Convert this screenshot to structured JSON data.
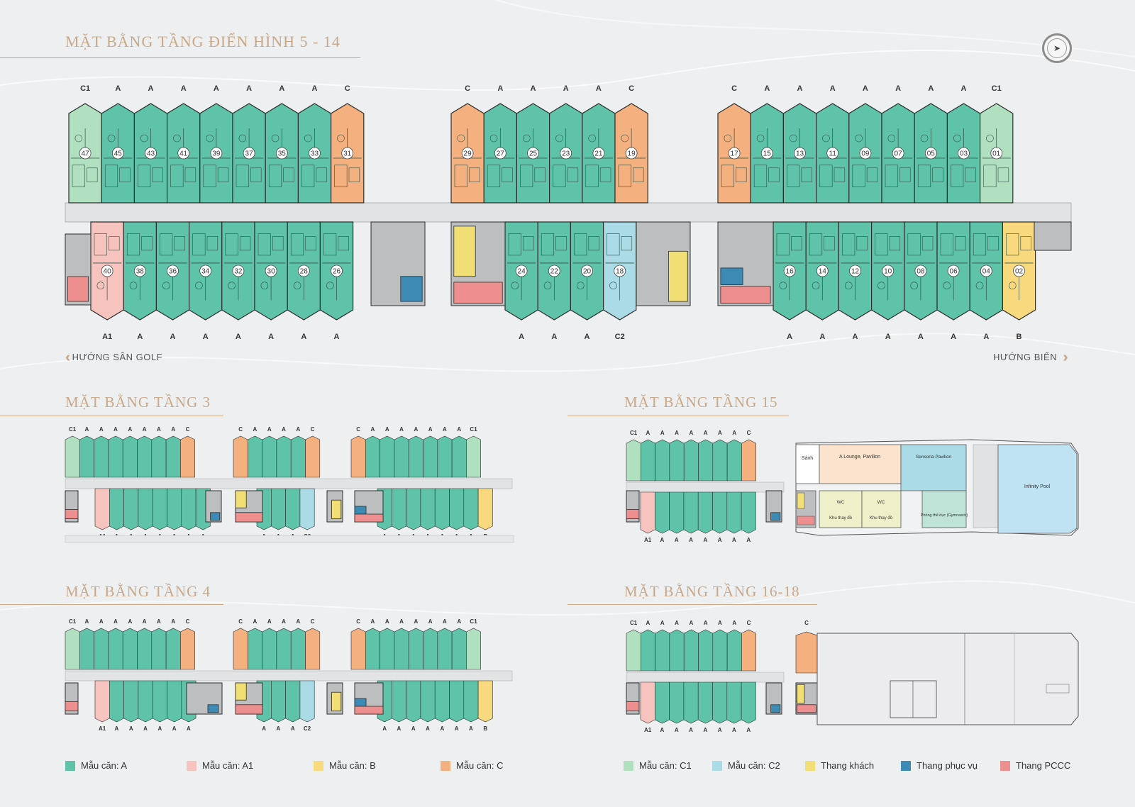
{
  "titles": {
    "typical": "MẶT BẰNG TẦNG ĐIỂN HÌNH 5 - 14",
    "floor3": "MẶT BẰNG TẦNG 3",
    "floor15": "MẶT BẰNG TẦNG 15",
    "floor4": "MẶT BẰNG TẦNG 4",
    "floor16": "MẶT BẰNG TẦNG 16-18"
  },
  "directions": {
    "left": "HƯỚNG SÂN GOLF",
    "right": "HƯỚNG BIỂN"
  },
  "compass_icon": "north-arrow",
  "colors": {
    "A": "#5ec3a8",
    "A1": "#f6c3bf",
    "B": "#f9d97d",
    "C": "#f4b07e",
    "C1": "#b1e0c0",
    "C2": "#aadbe6",
    "thang_khach": "#f1df75",
    "thang_phuc_vu": "#3d8bb5",
    "thang_pccc": "#ee8f8f",
    "core": "#bcbec0"
  },
  "typical_plan": {
    "top_types": [
      [
        "C1",
        "A",
        "A",
        "A",
        "A",
        "A",
        "A",
        "A",
        "C"
      ],
      [
        "C",
        "A",
        "A",
        "A",
        "A",
        "C"
      ],
      [
        "C",
        "A",
        "A",
        "A",
        "A",
        "A",
        "A",
        "A",
        "C1"
      ]
    ],
    "top_units": [
      [
        "47",
        "45",
        "43",
        "41",
        "39",
        "37",
        "35",
        "33",
        "31"
      ],
      [
        "29",
        "27",
        "25",
        "23",
        "21",
        "19"
      ],
      [
        "17",
        "15",
        "13",
        "11",
        "09",
        "07",
        "05",
        "03",
        "01"
      ]
    ],
    "bottom_types": [
      [
        "A1",
        "A",
        "A",
        "A",
        "A",
        "A",
        "A",
        "A"
      ],
      [
        "A",
        "A",
        "A",
        "C2"
      ],
      [
        "A",
        "A",
        "A",
        "A",
        "A",
        "A",
        "A",
        "B"
      ]
    ],
    "bottom_units": [
      [
        "40",
        "38",
        "36",
        "34",
        "32",
        "30",
        "28",
        "26"
      ],
      [
        "24",
        "22",
        "20",
        "18"
      ],
      [
        "16",
        "14",
        "12",
        "10",
        "08",
        "06",
        "04",
        "02"
      ]
    ]
  },
  "floor15": {
    "top_types": [
      "C1",
      "A",
      "A",
      "A",
      "A",
      "A",
      "A",
      "A",
      "C"
    ],
    "bottom_types": [
      "A1",
      "A",
      "A",
      "A",
      "A",
      "A",
      "A",
      "A"
    ],
    "rooms": {
      "sanh": "Sảnh",
      "lounge": "A Lounge, Pavilion",
      "bar": "Sensoria Pavilion",
      "wc": "WC",
      "khu_thay_do": "Khu thay đồ",
      "gym": "Phòng thể dục (Gymnastic)",
      "pool": "Infinity Pool"
    }
  },
  "small_top_types": [
    [
      "C1",
      "A",
      "A",
      "A",
      "A",
      "A",
      "A",
      "A",
      "C"
    ],
    [
      "C",
      "A",
      "A",
      "A",
      "A",
      "C"
    ],
    [
      "C",
      "A",
      "A",
      "A",
      "A",
      "A",
      "A",
      "A",
      "C1"
    ]
  ],
  "small_bottom_types": [
    [
      "A1",
      "A",
      "A",
      "A",
      "A",
      "A",
      "A",
      "A"
    ],
    [
      "A",
      "A",
      "A",
      "C2"
    ],
    [
      "A",
      "A",
      "A",
      "A",
      "A",
      "A",
      "A",
      "B"
    ]
  ],
  "floor16": {
    "top_types": [
      "C1",
      "A",
      "A",
      "A",
      "A",
      "A",
      "A",
      "A",
      "C"
    ],
    "c_label": "C",
    "bottom_types": [
      "A1",
      "A",
      "A",
      "A",
      "A",
      "A",
      "A",
      "A"
    ]
  },
  "legend": [
    {
      "key": "A",
      "label": "Mẫu căn: A"
    },
    {
      "key": "A1",
      "label": "Mẫu căn: A1"
    },
    {
      "key": "B",
      "label": "Mẫu căn: B"
    },
    {
      "key": "C",
      "label": "Mẫu căn: C"
    },
    {
      "key": "C1",
      "label": "Mẫu căn: C1"
    },
    {
      "key": "C2",
      "label": "Mẫu căn: C2"
    },
    {
      "key": "thang_khach",
      "label": "Thang khách"
    },
    {
      "key": "thang_phuc_vu",
      "label": "Thang phục vụ"
    },
    {
      "key": "thang_pccc",
      "label": "Thang PCCC"
    }
  ]
}
